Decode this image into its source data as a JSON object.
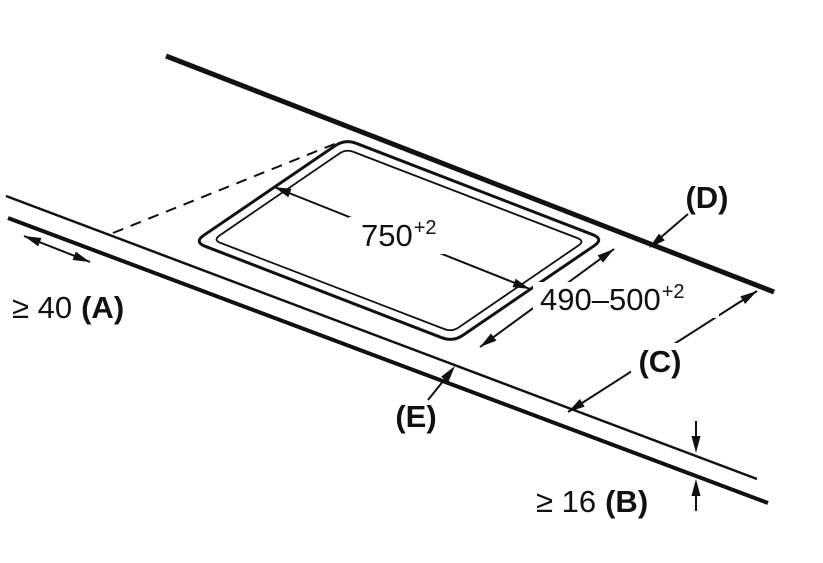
{
  "colors": {
    "line": "#111111",
    "background": "#ffffff"
  },
  "dimensions": {
    "cutout_width": {
      "value": "750",
      "tolerance": "+2"
    },
    "cutout_depth": {
      "value": "490–500",
      "tolerance": "+2"
    },
    "front_clearance": {
      "value": "≥ 40",
      "label": "(A)"
    },
    "worktop_thickness": {
      "value": "≥ 16",
      "label": "(B)"
    }
  },
  "callouts": {
    "c": "(C)",
    "d": "(D)",
    "e": "(E)"
  }
}
